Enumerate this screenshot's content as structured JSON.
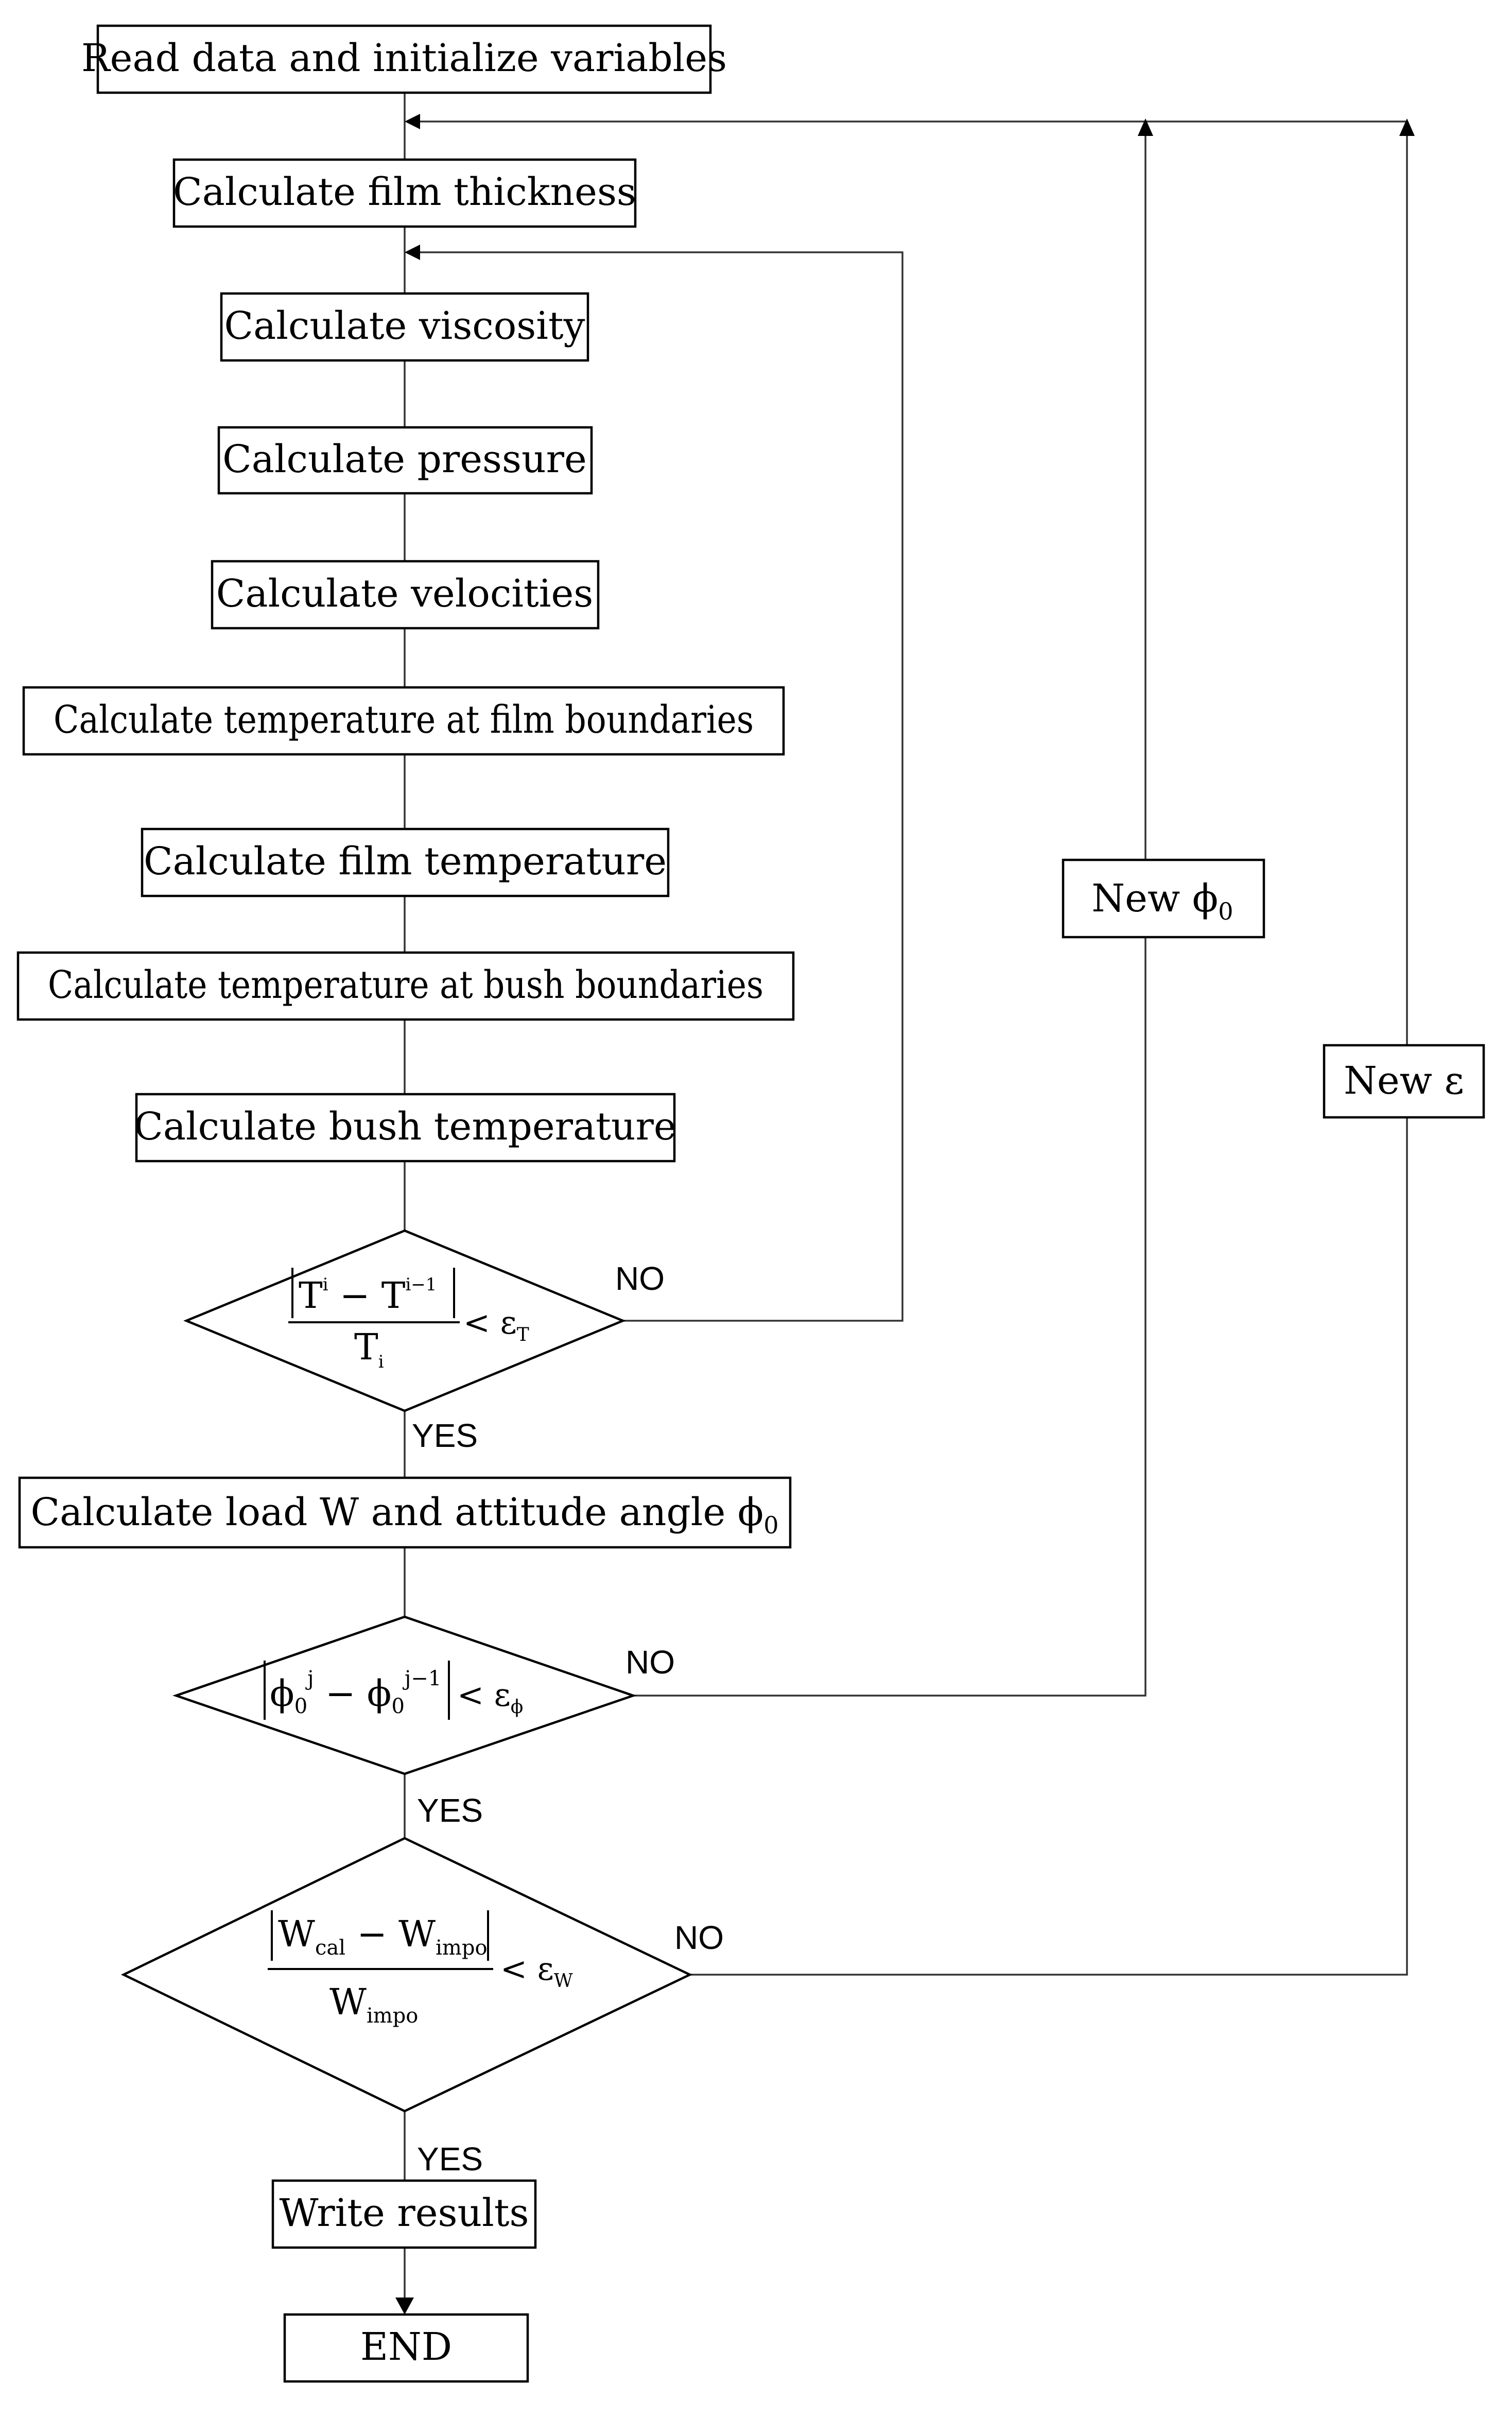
{
  "steps": {
    "read": "Read data and initialize variables",
    "film_thickness": "Calculate film thickness",
    "viscosity": "Calculate viscosity",
    "pressure": "Calculate pressure",
    "velocities": "Calculate velocities",
    "temp_film_boundaries": "Calculate temperature at film boundaries",
    "film_temperature": "Calculate film temperature",
    "temp_bush_boundaries": "Calculate temperature at bush boundaries",
    "bush_temperature": "Calculate bush temperature",
    "load_attitude_prefix": "Calculate load W and attitude angle ",
    "write_results": "Write results",
    "end": "END"
  },
  "loops": {
    "new_phi_prefix": "New ",
    "new_eps_prefix": "New "
  },
  "decisions": {
    "temperature": {
      "numerator_left": "T",
      "numerator_left_sup": "i",
      "minus": " − ",
      "numerator_right": "T",
      "numerator_right_sup": "i−1",
      "denominator": "T",
      "denominator_sub": "i",
      "relation": "< ε",
      "tolerance_sub": "T"
    },
    "attitude": {
      "left": "ϕ",
      "left_sub": "0",
      "left_sup": "j",
      "minus": " − ",
      "right": "ϕ",
      "right_sub": "0",
      "right_sup": "j−1",
      "relation": "< ε",
      "tolerance_sub": "ϕ"
    },
    "load": {
      "numerator_left": "W",
      "numerator_left_sub": "cal",
      "minus": " − ",
      "numerator_right": "W",
      "numerator_right_sub": "impo",
      "denominator": "W",
      "denominator_sub": "impo",
      "relation": "< ε",
      "tolerance_sub": "W"
    }
  },
  "labels": {
    "yes": "YES",
    "no": "NO"
  },
  "symbols": {
    "phi": "ϕ",
    "phi_sub": "0",
    "epsilon": "ε"
  }
}
